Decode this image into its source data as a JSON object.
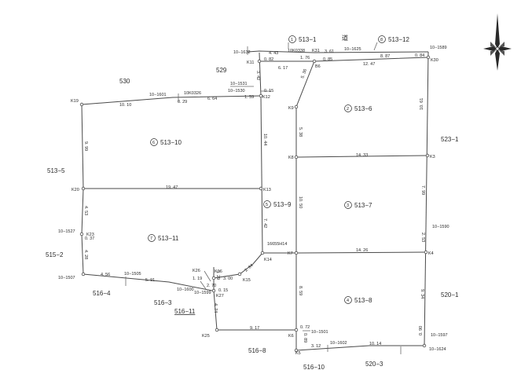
{
  "labels": {
    "road": "道",
    "parcels": {
      "p513_1": "513−1",
      "p513_12": "513−12",
      "p513_6": "513−6",
      "p513_10": "513−10",
      "p513_9": "513−9",
      "p513_7": "513−7",
      "p513_11": "513−11",
      "p513_8": "513−8"
    },
    "circles": {
      "c1": "1",
      "c8": "8",
      "c2": "2",
      "c6": "6",
      "c5": "5",
      "c3": "3",
      "c7": "7",
      "c4": "4"
    },
    "neighbors": {
      "n530": "530",
      "n529": "529",
      "n523_1": "523−1",
      "n513_5": "513−5",
      "n515_2": "515−2",
      "n516_4": "516−4",
      "n516_3": "516−3",
      "n516_11": "516−11",
      "n516_8": "516−8",
      "n520_1": "520−1",
      "n516_10": "516−10",
      "n520_3": "520−3"
    },
    "points": {
      "K19": "K19",
      "K11": "K11",
      "K31": "K31",
      "B6": "B6",
      "K30": "K30",
      "K12": "K12",
      "K9": "K9",
      "K8": "K8",
      "K3": "K3",
      "K20": "K20",
      "K13": "K13",
      "K23": "K23",
      "K7": "K7",
      "K4": "K4",
      "K14": "K14",
      "K15": "K15",
      "K16": "K16",
      "K26": "K26",
      "K27": "K27",
      "K25": "K25",
      "K6": "K6",
      "K5": "K5"
    },
    "markers": {
      "m1632": "10−1632",
      "m0338": "10K0338",
      "m1625": "10−1625",
      "m1589": "10−1589",
      "m1531": "10−1531",
      "m1530": "10−1530",
      "m1601": "10−1601",
      "m0326": "10K0326",
      "m1590": "10−1590",
      "m1527": "10−1527",
      "mH14": "16655H14",
      "m1507": "10−1507",
      "m1505": "10−1505",
      "m1600": "10−1600",
      "m1599": "10−1599",
      "m1501": "10−1501",
      "m1597": "10−1597",
      "m1602": "10−1602",
      "m1624": "10−1624"
    },
    "distances": {
      "d443": "4. 43",
      "d082": "0. 82",
      "d361": "3. 61",
      "d176": "1. 76",
      "d085": "0. 85",
      "d887": "8. 87",
      "d084": "0. 84",
      "d617": "6. 17",
      "d1247": "12. 47",
      "d342": "3. 42",
      "d536": "5. 36",
      "d015": "0. 15",
      "d159": "1. 59",
      "d1010": "10. 10",
      "d029": "0. 29",
      "d664": "6. 64",
      "d1061": "10. 61",
      "d538": "5. 38",
      "d1433": "14. 33",
      "d999": "9. 99",
      "d1044": "10. 44",
      "d1947": "19. 47",
      "d1050": "10. 50",
      "d799": "7. 99",
      "d453": "4. 53",
      "d037": "0. 37",
      "d742": "7. 42",
      "d253": "2. 53",
      "d1426": "14. 26",
      "d428": "4. 28",
      "d284": "2. 84",
      "d456": "4. 56",
      "d591": "5. 91",
      "d119": "1. 19",
      "d300": "3. 00",
      "d270": "2. 70",
      "dk015": "0. 15",
      "d859": "8. 59",
      "d934": "9. 34",
      "d474": "4. 74",
      "d917": "9. 17",
      "d072": "0. 72",
      "d089": "0. 89",
      "d312": "3. 12",
      "d1014": "10. 14",
      "d090": "0. 90",
      "d529": "5. 29"
    }
  },
  "north_arrow": "north-arrow-icon"
}
